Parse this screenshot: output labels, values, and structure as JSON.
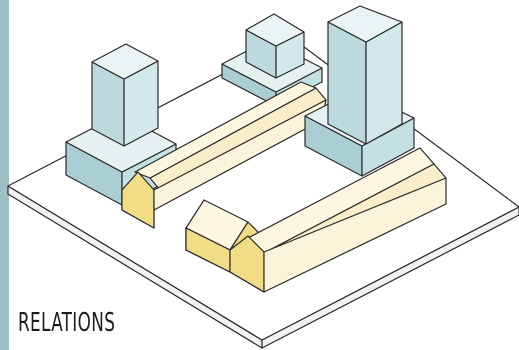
{
  "caption": "RELATIONS",
  "colors": {
    "accent_bar": "#9ebfc6",
    "base_top": "#ffffff",
    "base_side": "#f2f2f2",
    "tower_top": "#eaf4f5",
    "tower_left": "#bcdadd",
    "tower_right": "#d3e8eb",
    "podium_top": "#e6f1f2",
    "podium_left": "#a9cfd3",
    "podium_right": "#c4e0e3",
    "roof_light": "#fdf7e2",
    "roof_mid": "#f9eec9",
    "gable": "#f3dc86",
    "wall": "#faf3d8"
  },
  "massing": [
    "tower-back-left",
    "tower-back-center",
    "tower-back-right",
    "building-row-diagonal",
    "building-row-front"
  ]
}
